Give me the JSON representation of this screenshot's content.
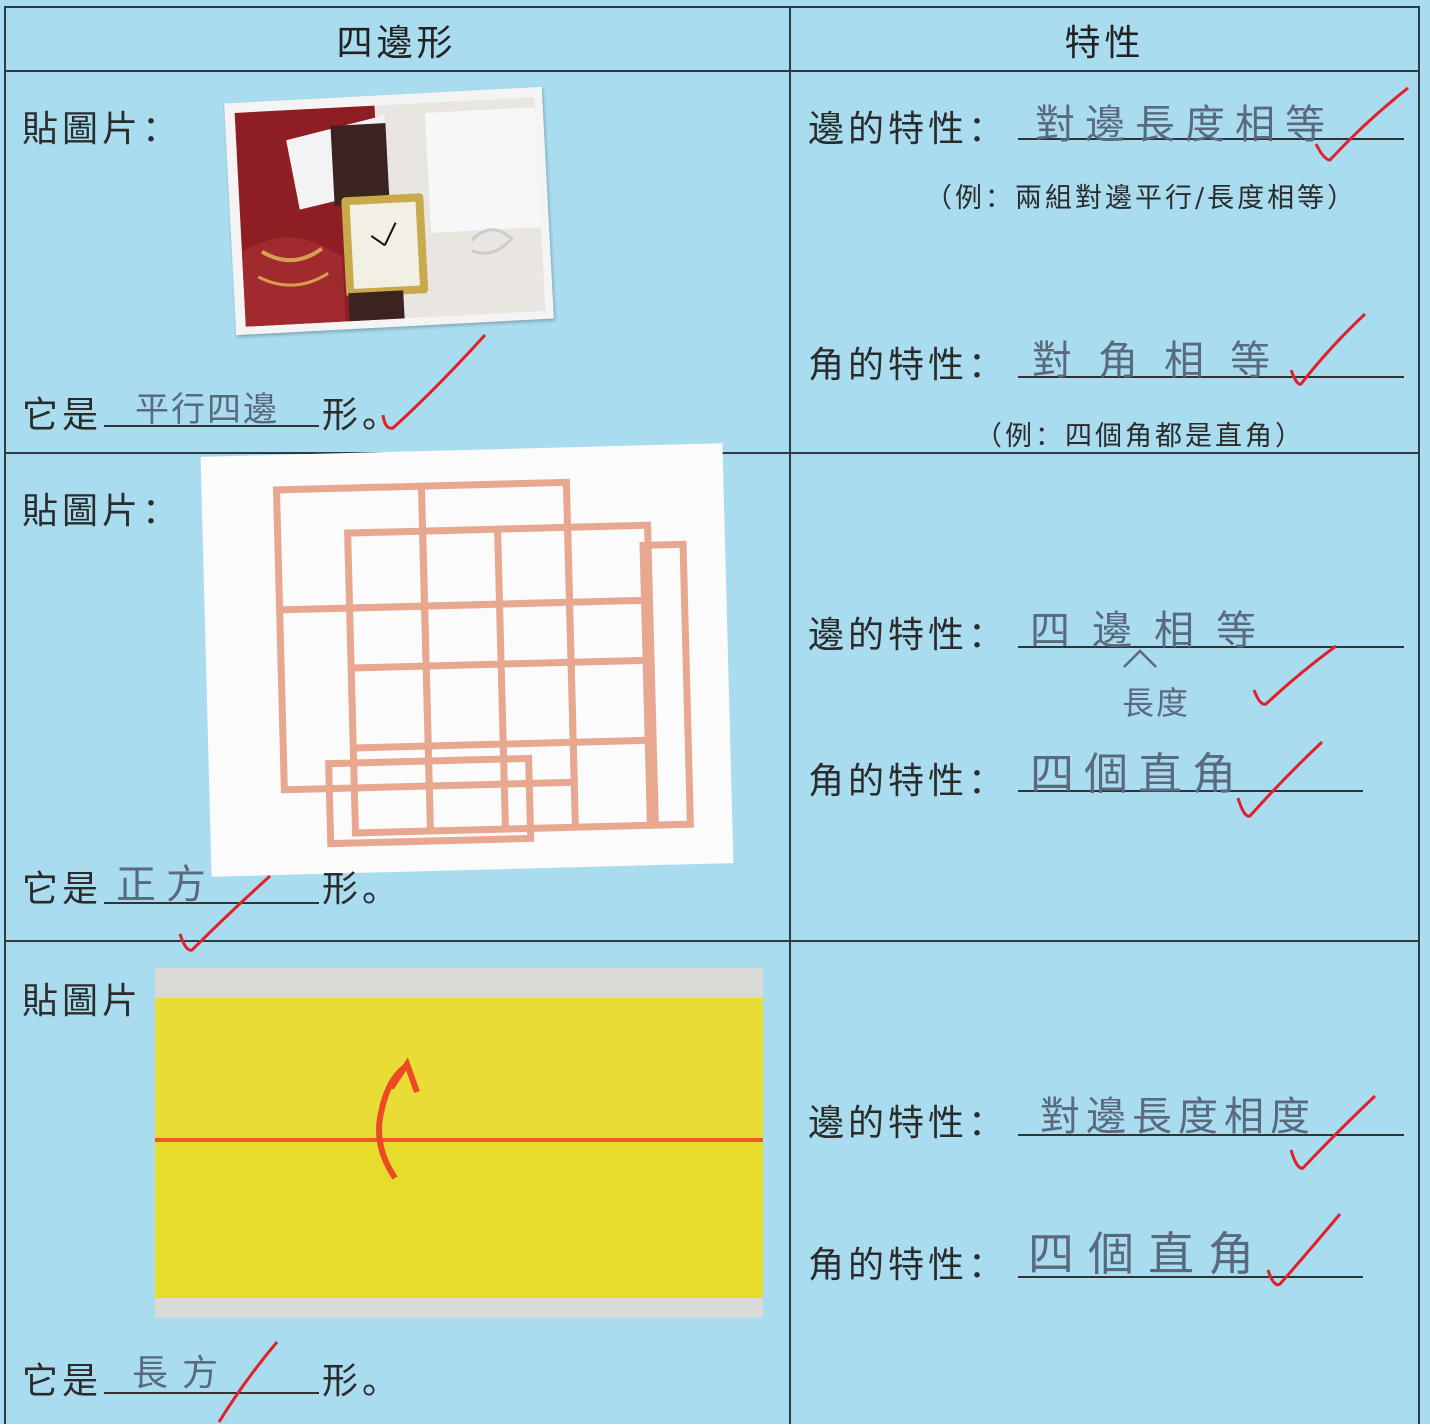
{
  "header": {
    "col1": "四邊形",
    "col2": "特性"
  },
  "labels": {
    "paste_picture": "貼圖片：",
    "paste_picture_short": "貼圖片",
    "it_is": "它是",
    "shape_suffix": "形。",
    "side_property": "邊的特性：",
    "angle_property": "角的特性："
  },
  "rows": [
    {
      "answer_shape": "平行四邊",
      "side_answer": "對邊長度相等",
      "side_example": "（例：兩組對邊平行/長度相等）",
      "angle_answer": "對角相等",
      "angle_example": "（例：四個角都是直角）"
    },
    {
      "answer_shape": "正方",
      "side_answer": "四邊相等",
      "side_insert": "長度",
      "angle_answer": "四個直角"
    },
    {
      "answer_shape": "長方",
      "side_answer": "對邊長度相度",
      "angle_answer": "四個直角"
    }
  ],
  "colors": {
    "sheet": "#a9dcef",
    "ink": "#5a6a7e",
    "check": "#e0202a",
    "grid": "#2f3b44"
  }
}
